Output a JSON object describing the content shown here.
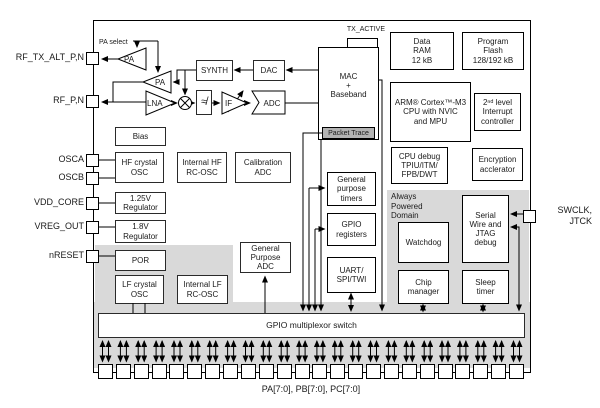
{
  "left_pins": [
    "RF_TX_ALT_P,N",
    "RF_P,N",
    "OSCA",
    "OSCB",
    "VDD_CORE",
    "VREG_OUT",
    "nRESET"
  ],
  "right_pin": "SWCLK,\nJTCK",
  "bottom": {
    "pins_label": "PA[7:0], PB[7:0], PC[7:0]",
    "pin_count": 24
  },
  "rf": {
    "pa_select": "PA select",
    "tx_active": "TX_ACTIVE",
    "pa1": "PA",
    "pa2": "PA",
    "lna": "LNA",
    "if_amp": "IF",
    "adc": "ADC",
    "dac": "DAC",
    "synth": "SYNTH",
    "filter_symbol": "≉"
  },
  "blocks": {
    "bias": "Bias",
    "hf_xtal": "HF crystal\nOSC",
    "int_hf": "Internal HF\nRC-OSC",
    "cal_adc": "Calibration\nADC",
    "reg125": "1.25V\nRegulator",
    "reg18": "1.8V\nRegulator",
    "por": "POR",
    "lf_xtal": "LF crystal\nOSC",
    "int_lf": "Internal LF\nRC-OSC",
    "gp_adc": "General\nPurpose\nADC",
    "mac": "MAC\n+\nBaseband",
    "packet_trace": "Packet Trace",
    "data_ram": "Data\nRAM\n12 kB",
    "prog_flash": "Program\nFlash\n128/192 kB",
    "arm": "ARM® Cortex™-M3\nCPU with NVIC\nand MPU",
    "int2": "2ⁿᵈ level\nInterrupt\ncontroller",
    "cpu_debug": "CPU debug\nTPIU/ITM/\nFPB/DWT",
    "encryption": "Encryption\nacclerator",
    "timers": "General\npurpose\ntimers",
    "gpio_regs": "GPIO\nregisters",
    "uart": "UART/\nSPI/TWI",
    "apd_label": "Always\nPowered\nDomain",
    "watchdog": "Watchdog",
    "swj_debug": "Serial\nWire and\nJTAG\ndebug",
    "chip_manager": "Chip\nmanager",
    "sleep_timer": "Sleep\ntimer",
    "mux": "GPIO multiplexor switch"
  },
  "colors": {
    "shade": "#d9d9d9",
    "packet_trace_bar": "#b3b3b3",
    "line": "#000000"
  }
}
